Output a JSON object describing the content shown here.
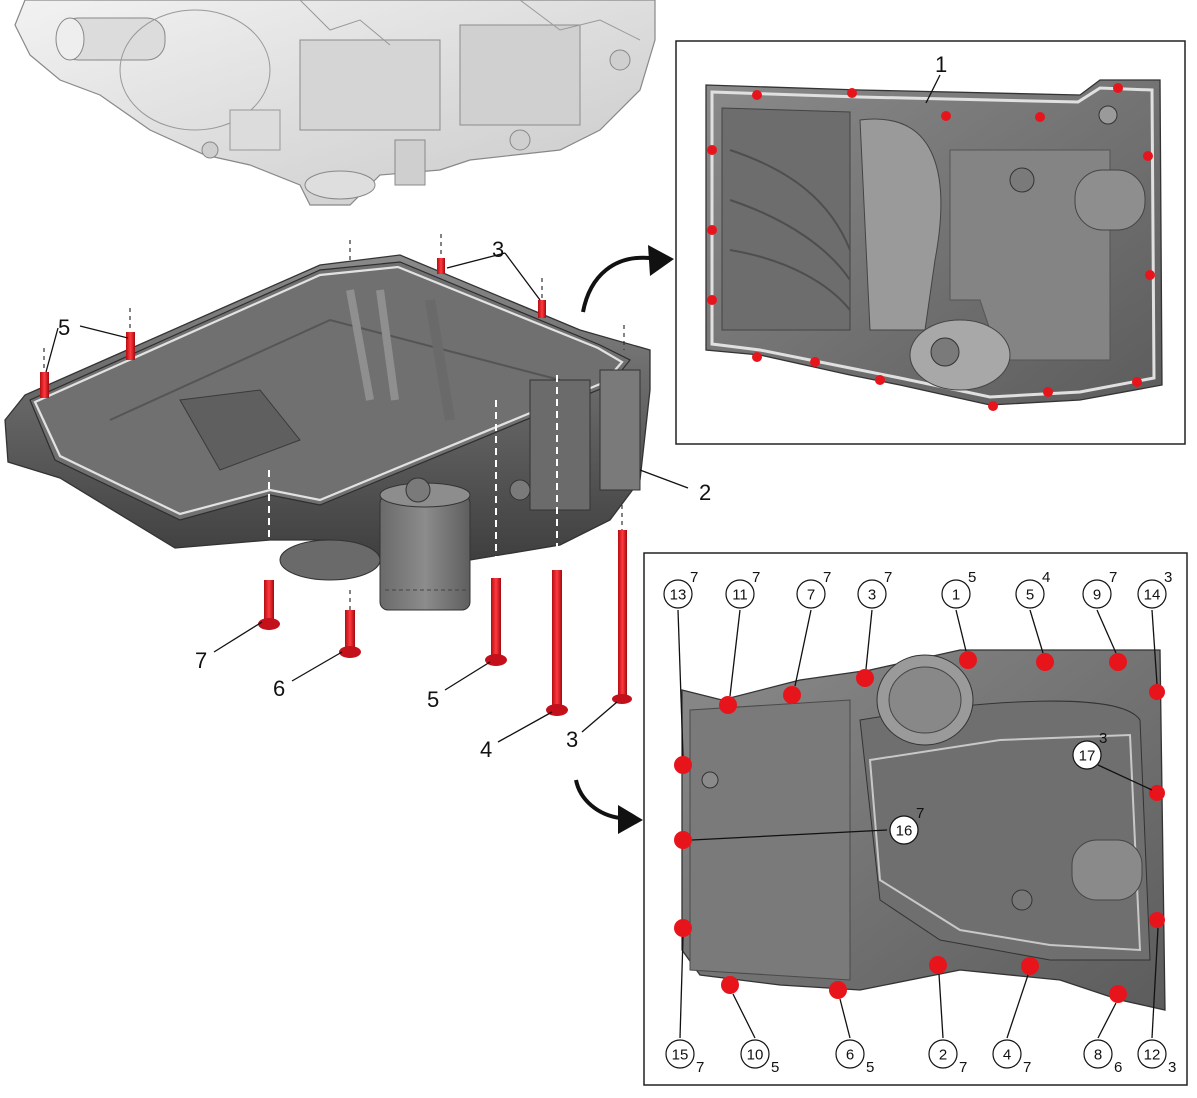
{
  "exploded_view": {
    "callouts": [
      {
        "id": "c3-top",
        "text": "3"
      },
      {
        "id": "c5-top",
        "text": "5"
      },
      {
        "id": "c2",
        "text": "2"
      },
      {
        "id": "c7",
        "text": "7"
      },
      {
        "id": "c6",
        "text": "6"
      },
      {
        "id": "c5-bottom",
        "text": "5"
      },
      {
        "id": "c4",
        "text": "4"
      },
      {
        "id": "c3-bottom",
        "text": "3"
      }
    ]
  },
  "top_detail": {
    "callout": "1"
  },
  "sequence_detail": {
    "bolts": [
      {
        "seq": "13",
        "type": "7"
      },
      {
        "seq": "11",
        "type": "7"
      },
      {
        "seq": "7",
        "type": "7"
      },
      {
        "seq": "3",
        "type": "7"
      },
      {
        "seq": "1",
        "type": "5"
      },
      {
        "seq": "5",
        "type": "4"
      },
      {
        "seq": "9",
        "type": "7"
      },
      {
        "seq": "14",
        "type": "3"
      },
      {
        "seq": "17",
        "type": "3"
      },
      {
        "seq": "16",
        "type": "7"
      },
      {
        "seq": "15",
        "type": "7"
      },
      {
        "seq": "10",
        "type": "5"
      },
      {
        "seq": "6",
        "type": "5"
      },
      {
        "seq": "2",
        "type": "7"
      },
      {
        "seq": "4",
        "type": "7"
      },
      {
        "seq": "8",
        "type": "6"
      },
      {
        "seq": "12",
        "type": "3"
      }
    ]
  },
  "colors": {
    "bolt_red": "#e8141c",
    "pan_dark": "#5a5a5a",
    "pan_mid": "#7d7d7d",
    "engine_light": "#e6e6e6",
    "gasket": "#d8d8d8"
  }
}
